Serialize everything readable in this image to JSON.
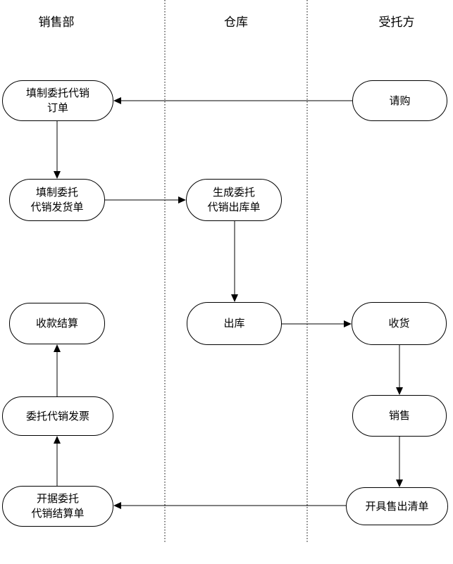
{
  "lanes": [
    "销售部",
    "仓库",
    "受托方"
  ],
  "nodes": {
    "fill_order": "填制委托代销\n订单",
    "purchase_request": "请购",
    "fill_delivery": "填制委托\n代销发货单",
    "generate_outbound": "生成委托\n代销出库单",
    "outbound": "出库",
    "receive_goods": "收货",
    "payment_settlement": "收款结算",
    "sale": "销售",
    "consignment_invoice": "委托代销发票",
    "issue_settlement": "开据委托\n代销结算单",
    "issue_sales_list": "开具售出清单"
  }
}
